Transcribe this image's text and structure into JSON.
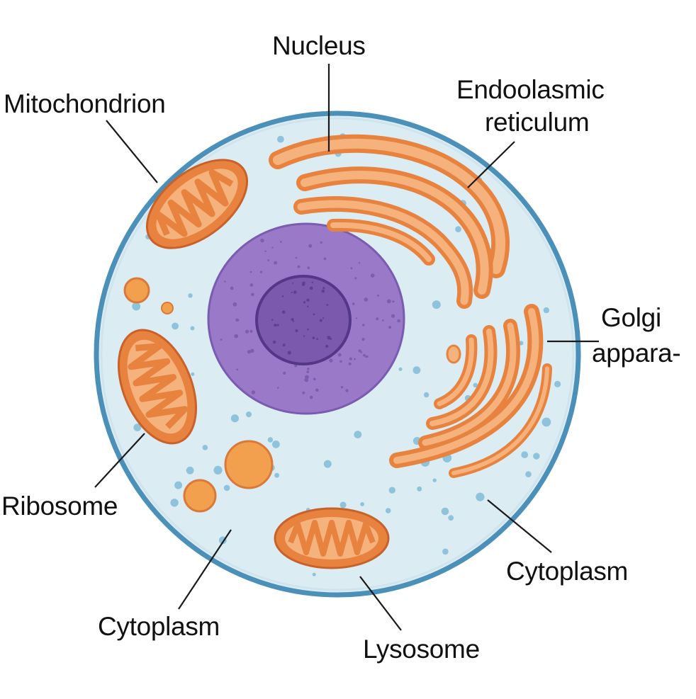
{
  "diagram": {
    "colors": {
      "membrane": "#4a90b8",
      "cytoplasm": "#dcecf3",
      "granule": "#8fc3dc",
      "nucleus": "#9a79c9",
      "nucleus_edge": "#6a4a9c",
      "nucleolus": "#7b5aae",
      "organelle": "#e8823f",
      "organelle_light": "#f6b27c",
      "leader": "#1a1a1a"
    },
    "labels": {
      "nucleus": "Nucleus",
      "mitochondrion": "Mitochondrion",
      "er_line1": "Endoolasmic",
      "er_line2": "reticulum",
      "golgi_line1": "Golgi",
      "golgi_line2": "appara-",
      "ribosome": "Ribosome",
      "cytoplasm_left": "Cytoplasm",
      "cytoplasm_right": "Cytoplasm",
      "lysosome": "Lysosome"
    }
  }
}
